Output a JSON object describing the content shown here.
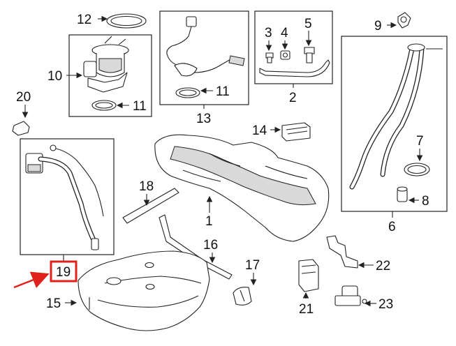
{
  "diagram": {
    "labels": [
      "1",
      "2",
      "3",
      "4",
      "5",
      "6",
      "7",
      "8",
      "9",
      "10",
      "11",
      "11",
      "12",
      "13",
      "14",
      "15",
      "16",
      "17",
      "18",
      "19",
      "20",
      "21",
      "22",
      "23"
    ],
    "highlight": {
      "label": "19",
      "color": "#e0201b"
    }
  }
}
